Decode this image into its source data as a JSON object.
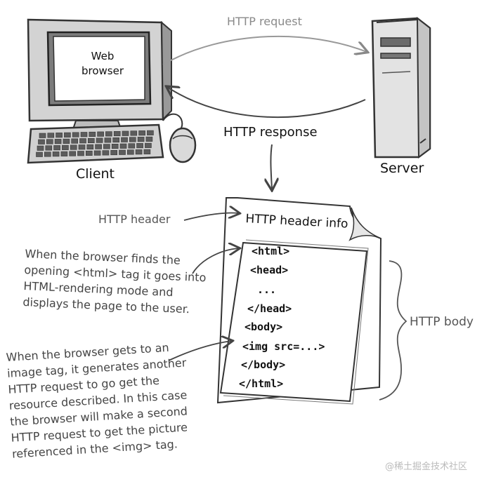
{
  "diagram": {
    "monitor_label": "Web browser",
    "client_label": "Client",
    "server_label": "Server",
    "request_label": "HTTP request",
    "response_label": "HTTP response",
    "header_pointer_label": "HTTP header",
    "header_info": "HTTP header info",
    "body_label": "HTTP body",
    "code_lines": [
      "<html>",
      "<head>",
      "...",
      "</head>",
      "<body>",
      "<img src=...>",
      "</body>",
      "</html>"
    ],
    "note_html": [
      "When the browser finds the",
      "opening <html> tag it goes into",
      "HTML-rendering mode and",
      "displays the page to the user."
    ],
    "note_img": [
      "When the browser gets to an",
      "image tag, it generates another",
      "HTTP request to go get the",
      "resource described.  In this case",
      "the browser will make a second",
      "HTTP request to get the picture",
      "referenced in the <img> tag."
    ],
    "watermark": "@稀土掘金技术社区"
  }
}
